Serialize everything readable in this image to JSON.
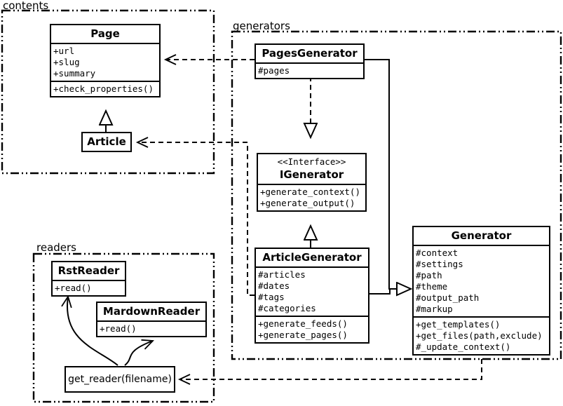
{
  "packages": [
    {
      "label": "contents"
    },
    {
      "label": "generators"
    },
    {
      "label": "readers"
    }
  ],
  "classes": [
    {
      "id": "page",
      "title": "Page",
      "compartments": [
        [
          "+url",
          "+slug",
          "+summary"
        ],
        [
          "+check_properties()"
        ]
      ]
    },
    {
      "id": "article",
      "title": "Article",
      "compartments": []
    },
    {
      "id": "pages-generator",
      "title": "PagesGenerator",
      "compartments": [
        [
          "#pages"
        ]
      ]
    },
    {
      "id": "igenerator",
      "stereotype": "<<Interface>>",
      "title": "IGenerator",
      "compartments": [
        [
          "+generate_context()",
          "+generate_output()"
        ]
      ]
    },
    {
      "id": "article-generator",
      "title": "ArticleGenerator",
      "compartments": [
        [
          "#articles",
          "#dates",
          "#tags",
          "#categories"
        ],
        [
          "+generate_feeds()",
          "+generate_pages()"
        ]
      ]
    },
    {
      "id": "generator",
      "title": "Generator",
      "compartments": [
        [
          "#context",
          "#settings",
          "#path",
          "#theme",
          "#output_path",
          "#markup"
        ],
        [
          "+get_templates()",
          "+get_files(path,exclude)",
          "#_update_context()"
        ]
      ]
    },
    {
      "id": "rst-reader",
      "title": "RstReader",
      "compartments": [
        [
          "+read()"
        ]
      ]
    },
    {
      "id": "mardown-reader",
      "title": "MardownReader",
      "compartments": [
        [
          "+read()"
        ]
      ]
    }
  ],
  "node": {
    "get_reader_label": "get_reader(filename)"
  },
  "relations": [
    {
      "from": "Article",
      "to": "Page",
      "type": "generalization"
    },
    {
      "from": "PagesGenerator",
      "to": "Page",
      "type": "dependency"
    },
    {
      "from": "ArticleGenerator",
      "to": "Article",
      "type": "dependency"
    },
    {
      "from": "PagesGenerator",
      "to": "IGenerator",
      "type": "realization"
    },
    {
      "from": "ArticleGenerator",
      "to": "IGenerator",
      "type": "generalization"
    },
    {
      "from": "PagesGenerator",
      "to": "Generator",
      "type": "generalization"
    },
    {
      "from": "ArticleGenerator",
      "to": "Generator",
      "type": "generalization"
    },
    {
      "from": "Generator",
      "to": "get_reader(filename)",
      "type": "dependency"
    },
    {
      "from": "get_reader(filename)",
      "to": "RstReader",
      "type": "arrow"
    },
    {
      "from": "get_reader(filename)",
      "to": "MardownReader",
      "type": "arrow"
    }
  ],
  "colors": {
    "line": "#000000",
    "background": "#ffffff",
    "box_fill": "#ffffff"
  }
}
